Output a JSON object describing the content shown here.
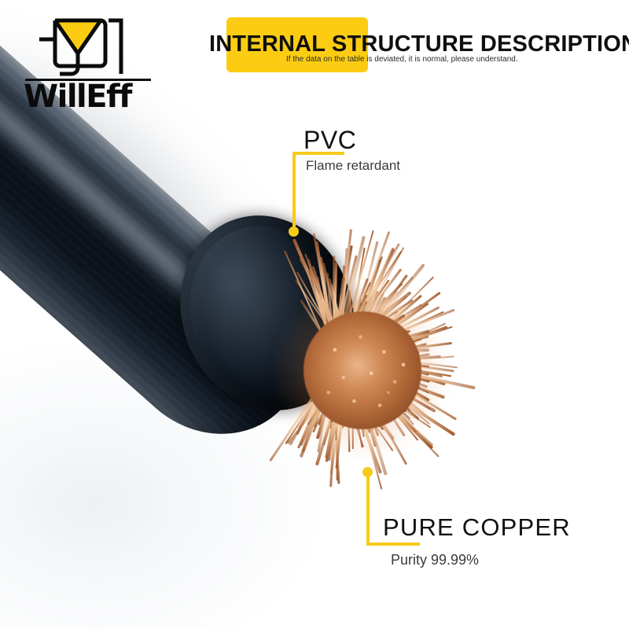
{
  "header": {
    "title": "INTERNAL STRUCTURE DESCRIPTION",
    "subtitle": "If the data on the table is deviated, it is normal, please understand.",
    "banner_color": "#fccc12",
    "title_color": "#0f0f0f"
  },
  "brand": {
    "name": "WillEff",
    "mark_icon": "willeff-logo-mark",
    "mark_accent_color": "#fccc12",
    "mark_outline_color": "#0b0b0b"
  },
  "callouts": [
    {
      "id": "pvc",
      "title": "PVC",
      "subtitle": "Flame retardant",
      "leader_color": "#f6cb1a",
      "points_at": "cable-jacket"
    },
    {
      "id": "pure-copper",
      "title": "PURE COPPER",
      "subtitle": "Purity 99.99%",
      "leader_color": "#f6cb1a",
      "points_at": "copper-strand-bundle"
    }
  ],
  "product_photo": {
    "alt": "Cut end of a black PVC jacketed cable showing splayed pure copper strands",
    "jacket_color": "#0a1119",
    "copper_color": "#c87a42",
    "background_color": "#ffffff"
  }
}
